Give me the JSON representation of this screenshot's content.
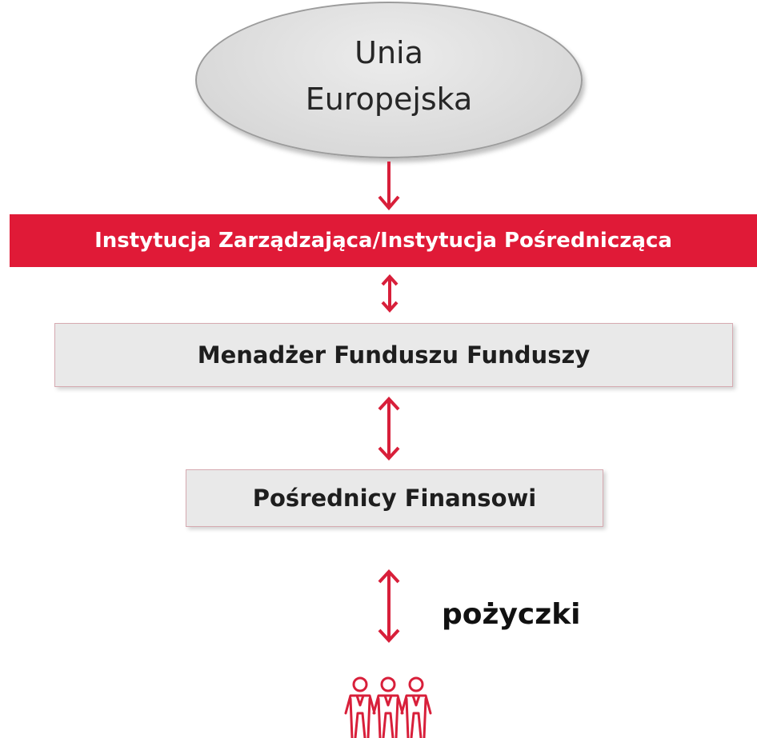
{
  "colors": {
    "accent_red": "#e01a37",
    "box_fill": "#e9e9e9",
    "ellipse_fill": "#d9d9d9"
  },
  "nodes": {
    "eu": "Unia\nEuropejska",
    "managing_authority": "Instytucja Zarządzająca/Instytucja Pośrednicząca",
    "fund_manager": "Menadżer Funduszu Funduszy",
    "intermediaries": "Pośrednicy Finansowi"
  },
  "edges": {
    "loans_label": "pożyczki"
  },
  "icons": {
    "beneficiaries": "people-group-icon"
  }
}
